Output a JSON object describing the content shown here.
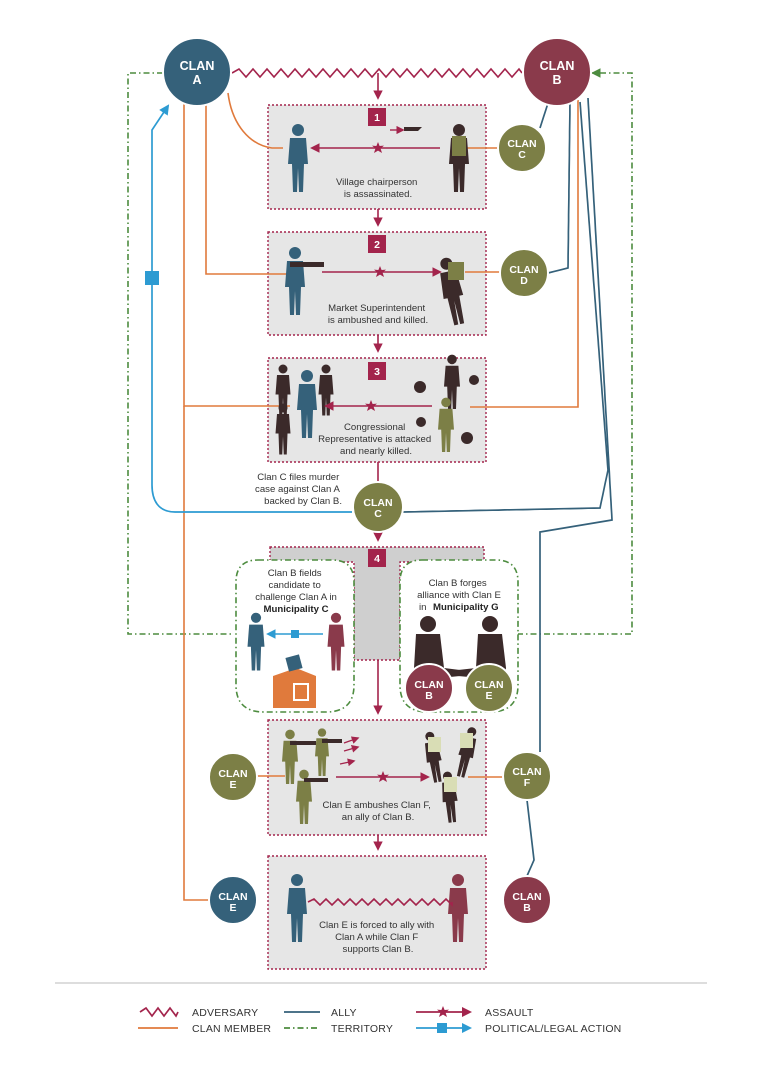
{
  "colors": {
    "clan_a": "#35617a",
    "clan_b": "#8a3a4b",
    "clan_other": "#7c7f46",
    "adversary": "#a3244c",
    "clan_member": "#e07a3c",
    "ally": "#35617a",
    "territory": "#4d8c3f",
    "assault": "#a3244c",
    "legal": "#2d9bd2",
    "panel": "#e6e6e6"
  },
  "nodes": {
    "clan_a_top": [
      "CLAN",
      "A"
    ],
    "clan_b_top": [
      "CLAN",
      "B"
    ],
    "clan_c1": [
      "CLAN",
      "C"
    ],
    "clan_d": [
      "CLAN",
      "D"
    ],
    "clan_c2": [
      "CLAN",
      "C"
    ],
    "clan_b_alliance": [
      "CLAN",
      "B"
    ],
    "clan_e_alliance": [
      "CLAN",
      "E"
    ],
    "clan_e_left": [
      "CLAN",
      "E"
    ],
    "clan_f": [
      "CLAN",
      "F"
    ],
    "clan_e_bottom": [
      "CLAN",
      "E"
    ],
    "clan_b_bottom": [
      "CLAN",
      "B"
    ]
  },
  "panels": {
    "p1": {
      "number": "1",
      "caption": [
        "Village chairperson",
        "is assassinated."
      ]
    },
    "p2": {
      "number": "2",
      "caption": [
        "Market Superintendent",
        "is ambushed and killed."
      ]
    },
    "p3": {
      "number": "3",
      "caption": [
        "Congressional",
        "Representative is attacked",
        "and nearly killed."
      ]
    },
    "p4": {
      "number": "4",
      "left_caption": [
        "Clan B fields",
        "candidate to",
        "challenge Clan A in"
      ],
      "left_bold": "Municipality C",
      "right_caption": [
        "Clan B forges",
        "alliance with Clan E",
        "in"
      ],
      "right_bold": "Municipality G"
    },
    "p5": {
      "caption": [
        "Clan E ambushes Clan F,",
        "an ally of Clan B."
      ]
    },
    "p6": {
      "caption": [
        "Clan E is forced to ally with",
        "Clan A while Clan F",
        "supports Clan B."
      ]
    }
  },
  "legal_note": [
    "Clan C files murder",
    "case against Clan A",
    "backed by Clan B."
  ],
  "legend": [
    {
      "key": "adversary",
      "label": "ADVERSARY"
    },
    {
      "key": "clan_member",
      "label": "CLAN MEMBER"
    },
    {
      "key": "ally",
      "label": "ALLY"
    },
    {
      "key": "territory",
      "label": "TERRITORY"
    },
    {
      "key": "assault",
      "label": "ASSAULT"
    },
    {
      "key": "legal",
      "label": "POLITICAL/LEGAL ACTION"
    }
  ]
}
